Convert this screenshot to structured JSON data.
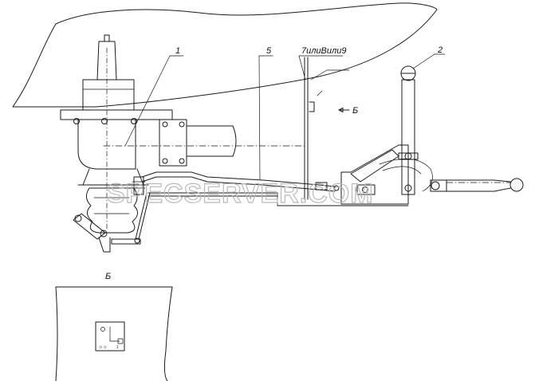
{
  "callouts": [
    {
      "id": "1",
      "label": "1"
    },
    {
      "id": "5",
      "label": "5"
    },
    {
      "id": "7or9",
      "label": "7илиВили9"
    },
    {
      "id": "2",
      "label": "2"
    }
  ],
  "view_arrow_label": "Б",
  "view_title": "Б",
  "watermark": "SPECSERVER.COM",
  "colors": {
    "line": "#1a1a1a",
    "watermark": "#b9b9b9",
    "background": "#ffffff"
  }
}
